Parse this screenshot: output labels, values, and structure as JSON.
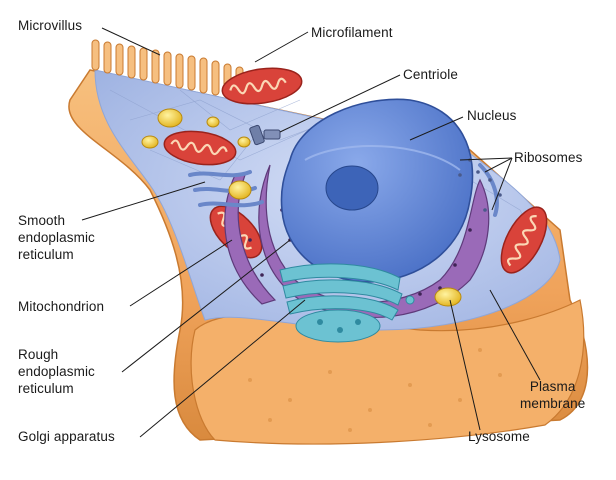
{
  "labels": {
    "microvillus": "Microvillus",
    "microfilament": "Microfilament",
    "centriole": "Centriole",
    "nucleus": "Nucleus",
    "ribosomes": "Ribosomes",
    "smooth_er": [
      "Smooth",
      "endoplasmic",
      "reticulum"
    ],
    "mitochondrion": "Mitochondrion",
    "rough_er": [
      "Rough",
      "endoplasmic",
      "reticulum"
    ],
    "golgi": "Golgi apparatus",
    "lysosome": "Lysosome",
    "plasma_membrane": [
      "Plasma",
      "membrane"
    ]
  },
  "colors": {
    "cytoplasm": "#b8c9ec",
    "membrane_outer": "#f2a15a",
    "nucleus": "#5f86d6",
    "nucleolus": "#3d64b8",
    "mitochondria": "#d9433a",
    "rough_er": "#8a5aa6",
    "golgi": "#5eb7c8",
    "lysosome": "#f2cc2a"
  }
}
